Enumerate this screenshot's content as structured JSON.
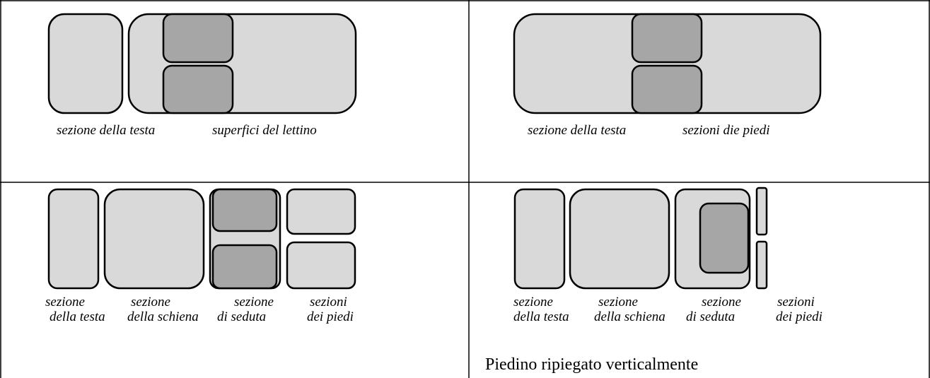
{
  "panels": {
    "top_left": {
      "labels": [
        "sezione della testa",
        "superfici del lettino"
      ]
    },
    "top_right": {
      "labels": [
        "sezione della testa",
        "sezioni die piedi"
      ]
    },
    "bottom_left": {
      "labels": [
        [
          "sezione",
          "della testa"
        ],
        [
          "sezione",
          "della schiena"
        ],
        [
          "sezione",
          "di seduta"
        ],
        [
          "sezioni",
          "dei piedi"
        ]
      ]
    },
    "bottom_right": {
      "labels": [
        [
          "sezione",
          "della testa"
        ],
        [
          "sezione",
          "della schiena"
        ],
        [
          "sezione",
          "di seduta"
        ],
        [
          "sezioni",
          "dei piedi"
        ]
      ],
      "note": "Piedino ripiegato verticalmente"
    }
  },
  "colors": {
    "panel_fill": "#d9d9d9",
    "highlight_fill": "#a6a6a6",
    "outline": "#000000"
  }
}
